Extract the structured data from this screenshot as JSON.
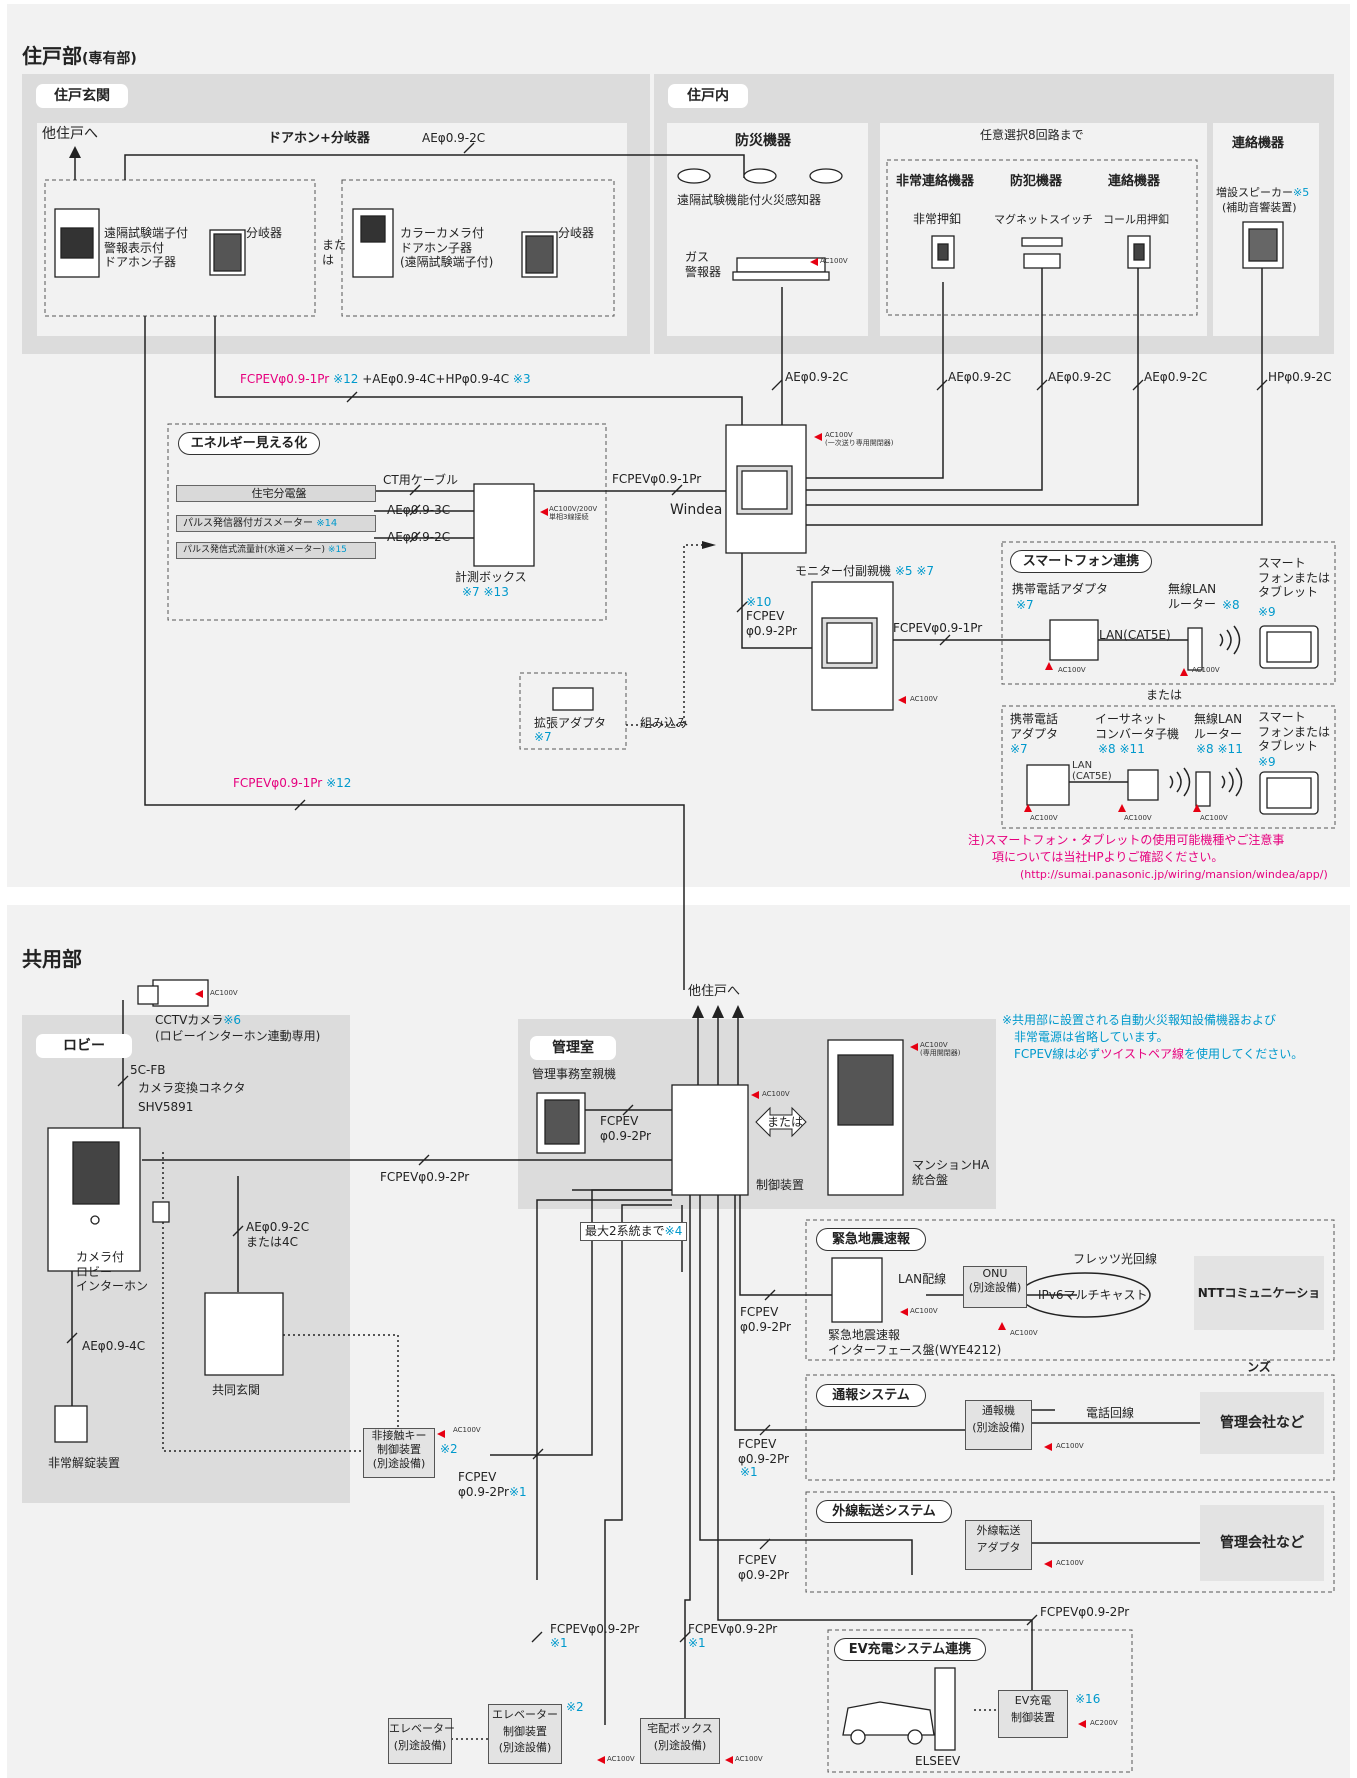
{
  "sections": {
    "private": {
      "title": "住戸部",
      "title_sub": "(専有部)"
    },
    "common": {
      "title": "共用部"
    }
  },
  "areas": {
    "entrance": "住戸玄関",
    "inside": "住戸内",
    "energy": "エネルギー見える化",
    "smartphone": "スマートフォン連携",
    "lobby": "ロビー",
    "office": "管理室",
    "eew": "緊急地震速報",
    "report": "通報システム",
    "transfer": "外線転送システム",
    "ev": "EV充電システム連携"
  },
  "entrance": {
    "to_other": "他住戸へ",
    "doorphone_branch": "ドアホン+分岐器",
    "cable_top": "AEφ0.9-2C",
    "handset1": "遠隔試験端子付\n警報表示付\nドアホン子器",
    "branch1": "分岐器",
    "or": "また\nは",
    "handset2": "カラーカメラ付\nドアホン子器\n(遠隔試験端子付)",
    "branch2": "分岐器"
  },
  "inside": {
    "bousai_title": "防災機器",
    "detector": "遠隔試験機能付火災感知器",
    "gas": "ガス\n警報器",
    "option_title": "任意選択8回路まで",
    "emergency": "非常連絡機器",
    "crime": "防犯機器",
    "contact": "連絡機器",
    "emergency_button": "非常押釦",
    "magnet": "マグネットスイッチ",
    "call_button": "コール用押釦",
    "renraku_title": "連絡機器",
    "speaker": "増設スピーカー",
    "speaker_note": "※5",
    "speaker_sub": "(補助音響装置)"
  },
  "cables": {
    "c1_a": "FCPEVφ0.9-1Pr",
    "c1_b": "※12",
    "c1_c": "+AEφ0.9-4C+HPφ0.9-4C",
    "c1_d": "※3",
    "ae1": "AEφ0.9-2C",
    "ae2": "AEφ0.9-2C",
    "ae3": "AEφ0.9-2C",
    "ae4": "AEφ0.9-2C",
    "hp": "HPφ0.9-2C",
    "windea_in": "FCPEVφ0.9-1Pr",
    "ct": "CT用ケーブル",
    "ae3c": "AEφ0.9-3C",
    "ae2c": "AEφ0.9-2C",
    "sub_a": "※10",
    "sub_b": "FCPEV\nφ0.9-2Pr",
    "sub_c": "FCPEVφ0.9-1Pr",
    "long_a": "FCPEVφ0.9-1Pr",
    "long_b": "※12"
  },
  "energy": {
    "panel": "住宅分電盤",
    "gas_meter": "パルス発信器付ガスメーター",
    "gas_meter_note": "※14",
    "water_meter": "パルス発信式流量計(水道メーター)",
    "water_meter_note": "※15",
    "box": "計測ボックス",
    "box_note": "※7 ※13",
    "ac": "AC100V/200V\n単相3線接続"
  },
  "windea": {
    "label": "Windea",
    "ac": "AC100V\n(一次送り専用開閉器)"
  },
  "sub_monitor": {
    "label": "モニター付副親機",
    "note": "※5 ※7",
    "ac": "AC100V"
  },
  "adapter": {
    "label": "拡張アダプタ",
    "note": "※7",
    "embed": "組み込み"
  },
  "smartphone": {
    "adapter1": "携帯電話アダプタ",
    "adapter1_note": "※7",
    "lan_router": "無線LAN\nルーター",
    "lan_router_note": "※8",
    "smart1": "スマート\nフォンまたは\nタブレット",
    "smart1_note": "※9",
    "lan": "LAN(CAT5E)",
    "or": "または",
    "adapter2": "携帯電話\nアダプタ",
    "adapter2_note": "※7",
    "ether": "イーサネット\nコンバータ子機",
    "ether_note": "※8 ※11",
    "router2": "無線LAN\nルーター",
    "router2_note": "※8 ※11",
    "smart2": "スマート\nフォンまたは\nタブレット",
    "smart2_note": "※9",
    "lan2": "LAN\n(CAT5E)",
    "ac": "AC100V",
    "note1": "注)スマートフォン・タブレットの使用可能機種やご注意事",
    "note2": "項については当社HPよりご確認ください。",
    "url": "(http://sumai.panasonic.jp/wiring/mansion/windea/app/)"
  },
  "common": {
    "cctv": "CCTVカメラ",
    "cctv_note": "※6",
    "cctv_sub": "(ロビーインターホン連動専用)",
    "ac": "AC100V",
    "fb": "5C-FB",
    "conv": "カメラ変換コネクタ",
    "shv": "SHV5891",
    "lobby_phone": "カメラ付\nロビー\nインターホン",
    "lobby_cable": "FCPEVφ0.9-2Pr",
    "ae2c4c": "AEφ0.9-2C\nまたは4C",
    "entrance": "共同玄関",
    "ae4c": "AEφ0.9-4C",
    "unlock": "非常解錠装置",
    "nonkey": "非接触キー\n制御装置\n(別途設備)",
    "nonkey_note": "※2",
    "nonkey_cable": "FCPEV\nφ0.9-2Pr",
    "nonkey_cable_note": "※1",
    "to_other": "他住戸へ",
    "office_master": "管理事務室親機",
    "office_cable": "FCPEV\nφ0.9-2Pr",
    "or": "または",
    "control": "制御装置",
    "ha": "マンションHA\n統合盤",
    "ha_ac": "AC100V\n(専用開閉器)",
    "max": "最大2系統まで",
    "max_note": "※4",
    "notes1": "※共用部に設置される自動火災報知設備機器および",
    "notes2": "非常電源は省略しています。",
    "notes3a": "FCPEV線は必ず",
    "notes3b": "ツイストペア線",
    "notes3c": "を使用してください。"
  },
  "eew": {
    "cable": "FCPEV\nφ0.9-2Pr",
    "panel": "緊急地震速報\nインターフェース盤(WYE4212)",
    "lan": "LAN配線",
    "onu": "ONU\n(別途設備)",
    "fiber": "フレッツ光回線",
    "ipv6": "IPv6マルチキャスト",
    "ntt": "NTTコミュニケーションズ",
    "ac": "AC100V"
  },
  "report": {
    "cable": "FCPEV\nφ0.9-2Pr",
    "cable_note": "※1",
    "device": "通報機\n(別途設備)",
    "line": "電話回線",
    "company": "管理会社など"
  },
  "transfer": {
    "cable": "FCPEV\nφ0.9-2Pr",
    "device": "外線転送\nアダプタ",
    "company": "管理会社など"
  },
  "ev": {
    "cable": "FCPEVφ0.9-2Pr",
    "elseev": "ELSEEV",
    "device": "EV充電\n制御装置",
    "device_note": "※16",
    "ac": "AC200V"
  },
  "bottom": {
    "elev": "エレベーター\n(別途設備)",
    "elev_ctrl": "エレベーター\n制御装置\n(別途設備)",
    "elev_note": "※2",
    "delivery": "宅配ボックス\n(別途設備)",
    "cable": "FCPEVφ0.9-2Pr",
    "cable_note": "※1"
  }
}
